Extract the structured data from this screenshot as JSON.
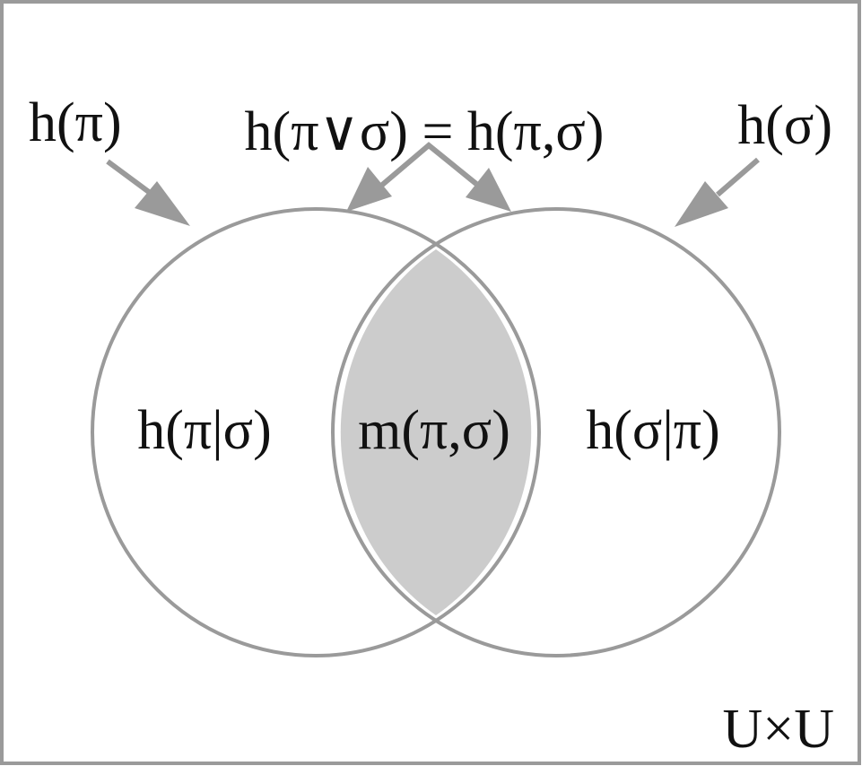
{
  "diagram": {
    "universe_label": "U×U",
    "label_pi": "h(π)",
    "label_sigma": "h(σ)",
    "label_join": "h(π∨σ) = h(π,σ)",
    "region_pi_given_sigma": "h(π|σ)",
    "region_mutual": "m(π,σ)",
    "region_sigma_given_pi": "h(σ|π)"
  },
  "colors": {
    "outline": "#9a9a9a",
    "overlap_fill": "#cccccc",
    "text": "#111111",
    "background": "#ffffff"
  }
}
